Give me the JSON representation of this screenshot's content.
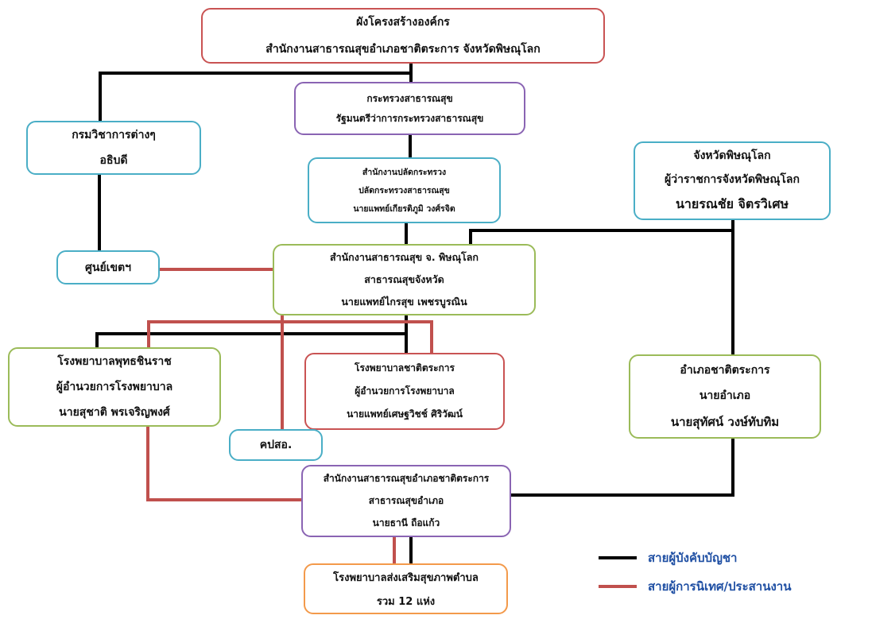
{
  "colors": {
    "command": "#000000",
    "coordination": "#c0504d"
  },
  "boxes": {
    "org_chart": {
      "line1": "ผังโครงสร้างองค์กร",
      "line2": "สำนักงานสาธารณสุขอำเภอชาติตระการ จังหวัดพิษณุโลก"
    },
    "ministry": {
      "line1": "กระทรวงสาธารณสุข",
      "line2": "รัฐมนตรีว่าการกระทรวงสาธารณสุข"
    },
    "departments": {
      "line1": "กรมวิชาการต่างๆ",
      "line2": "อธิบดี"
    },
    "permanent_secretary": {
      "line1": "สำนักงานปลัดกระทรวง",
      "line2": "ปลัดกระทรวงสาธารณสุข",
      "line3": "นายแพทย์เกียรติภูมิ วงศ์รจิต"
    },
    "province": {
      "line1": "จังหวัดพิษณุโลก",
      "line2": "ผู้ว่าราชการจังหวัดพิษณุโลก",
      "line3": "นายรณชัย จิตรวิเศษ"
    },
    "region_center": {
      "line1": "ศูนย์เขตฯ"
    },
    "provincial_health": {
      "line1": "สำนักงานสาธารณสุข จ. พิษณุโลก",
      "line2": "สาธารณสุขจังหวัด",
      "line3": "นายแพทย์ไกรสุข เพชรบูรณิน"
    },
    "buddhachinaraj": {
      "line1": "โรงพยาบาลพุทธชินราช",
      "line2": "ผู้อำนวยการโรงพยาบาล",
      "line3": "นายสุชาติ พรเจริญพงศ์"
    },
    "chattrakan_hospital": {
      "line1": "โรงพยาบาลชาติตระการ",
      "line2": "ผู้อำนวยการโรงพยาบาล",
      "line3": "นายแพทย์เศษฐวิชช์ ศิริวัฒน์"
    },
    "district": {
      "line1": "อำเภอชาติตระการ",
      "line2": "นายอำเภอ",
      "line3": "นายสุทัศน์ วงษ์ทับทิม"
    },
    "kpso": {
      "line1": "คปสอ."
    },
    "district_health": {
      "line1": "สำนักงานสาธารณสุขอำเภอชาติตระการ",
      "line2": "สาธารณสุขอำเภอ",
      "line3": "นายธานี ถือแก้ว"
    },
    "subdistrict_hospitals": {
      "line1": "โรงพยาบาลส่งเสริมสุขภาพตำบล",
      "line2": "รวม 12 แห่ง"
    }
  },
  "legend": {
    "command_line": "สายผู้บังคับบัญชา",
    "coordination_line": "สายผู้การนิเทศ/ประสานงาน"
  }
}
